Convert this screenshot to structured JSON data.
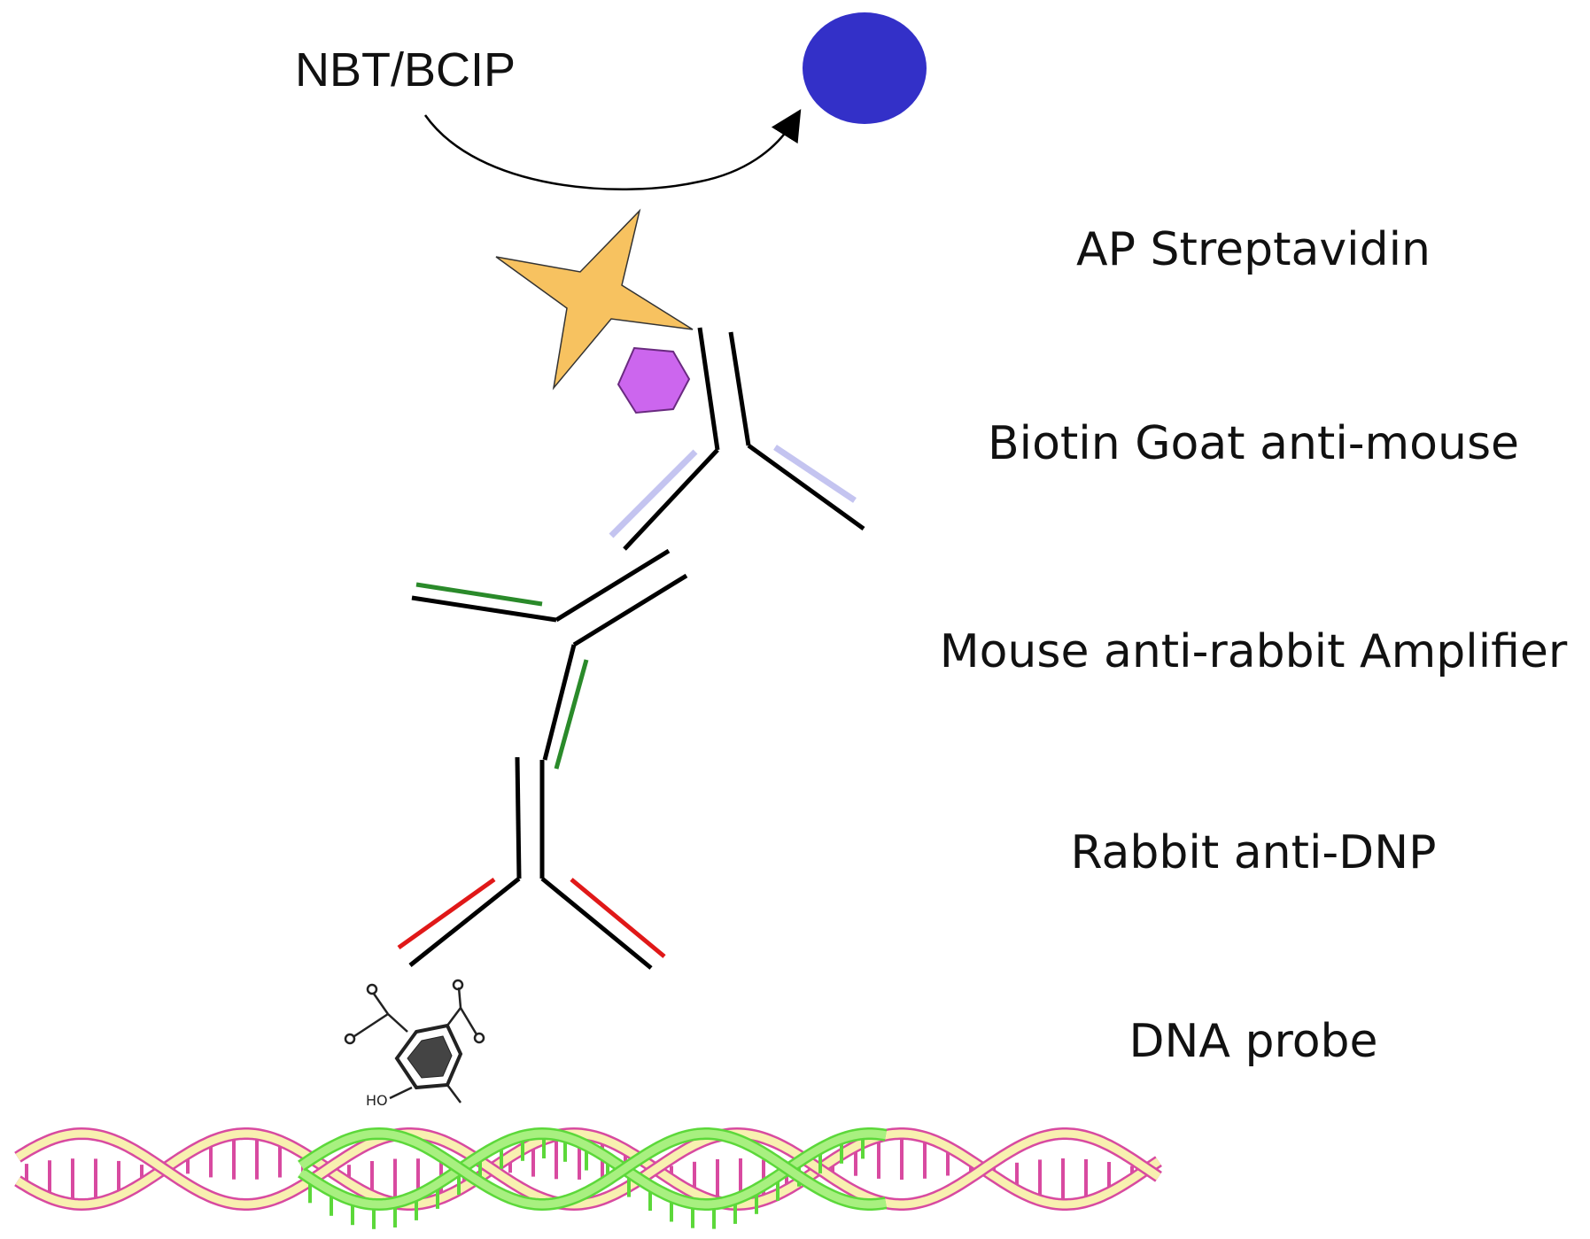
{
  "substrate": {
    "label": "NBT/BCIP"
  },
  "layers": [
    {
      "label": "AP Streptavidin"
    },
    {
      "label": "Biotin Goat anti-mouse"
    },
    {
      "label": "Mouse anti-rabbit Amplifier"
    },
    {
      "label": "Rabbit anti-DNP"
    },
    {
      "label": "DNA probe"
    }
  ],
  "colors": {
    "product": "#3330c8",
    "streptavidin_star": "#f7c260",
    "biotin_hexagon": "#cc66ee",
    "goat_highlight": "#c4c4f0",
    "mouse_highlight": "#2a8a2a",
    "rabbit_highlight": "#e01818",
    "antibody_line": "#000000",
    "dna_strand_a": "#f8f0b0",
    "dna_strand_a_edge": "#d84aa0",
    "dna_probe_strand": "#a8f080",
    "dna_probe_edge": "#5cd83a"
  },
  "icons": {
    "product": "blue-precipitate-circle",
    "reaction_arrow": "curved-arrow-icon",
    "streptavidin": "star-icon",
    "biotin": "hexagon-icon",
    "dnp": "dnp-molecule-icon",
    "dna": "double-helix-icon"
  }
}
